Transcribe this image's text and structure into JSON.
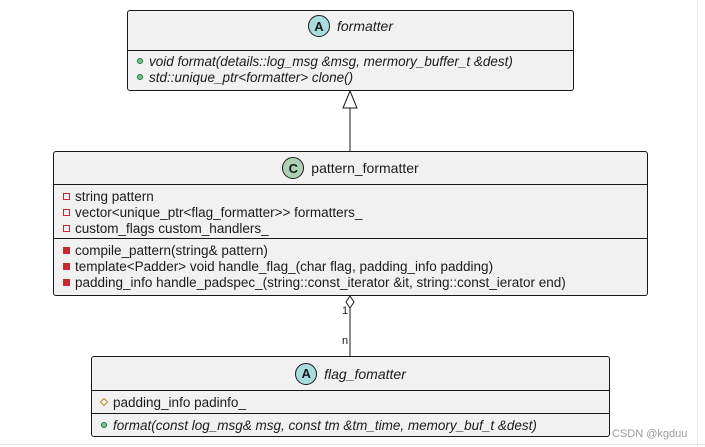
{
  "diagram": {
    "formatter": {
      "name": "formatter",
      "stereotype": "A",
      "methods": [
        "void format(details::log_msg &msg, mermory_buffer_t &dest)",
        "std::unique_ptr<formatter> clone()"
      ]
    },
    "pattern_formatter": {
      "name": "pattern_formatter",
      "stereotype": "C",
      "fields": [
        "string pattern",
        "vector<unique_ptr<flag_formatter>> formatters_",
        "custom_flags custom_handlers_"
      ],
      "methods": [
        "compile_pattern(string& pattern)",
        "template<Padder> void handle_flag_(char flag, padding_info padding)",
        "padding_info handle_padspec_(string::const_iterator &it, string::const_ierator end)"
      ]
    },
    "flag_fomatter": {
      "name": "flag_fomatter",
      "stereotype": "A",
      "fields": [
        "padding_info padinfo_"
      ],
      "methods": [
        "format(const log_msg& msg, const tm &tm_time, memory_buf_t &dest)"
      ]
    },
    "aggregation": {
      "from_multiplicity": "1",
      "to_multiplicity": "n"
    }
  },
  "watermark": "CSDN @kgduu",
  "colors": {
    "class_bg": "#f1f1f1",
    "abstract_badge": "#a9dcdf",
    "class_badge": "#add1b2",
    "public_method": "#84be84",
    "private_member": "#c82930",
    "protected_field": "#b38d22"
  }
}
